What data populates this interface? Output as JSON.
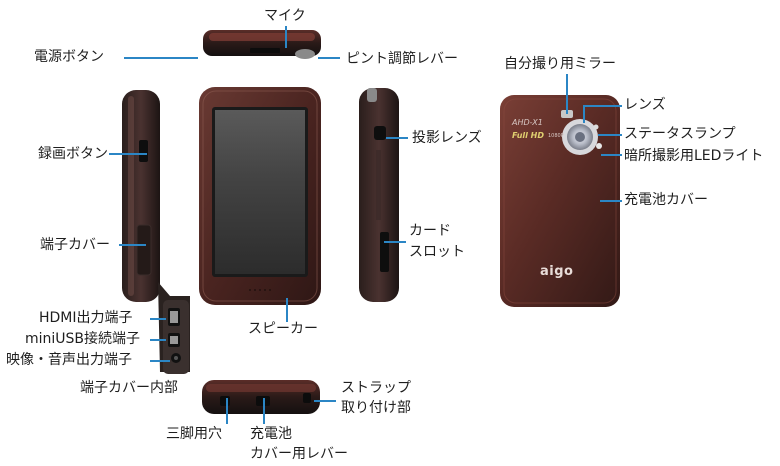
{
  "labels": {
    "mic": "マイク",
    "power_button": "電源ボタン",
    "focus_lever": "ピント調節レバー",
    "selfie_mirror": "自分撮り用ミラー",
    "lens": "レンズ",
    "status_lamp": "ステータスランプ",
    "led_light": "暗所撮影用LEDライト",
    "battery_cover": "充電池カバー",
    "record_button": "録画ボタン",
    "projection_lens": "投影レンズ",
    "terminal_cover": "端子カバー",
    "card_slot_l1": "カード",
    "card_slot_l2": "スロット",
    "hdmi": "HDMI出力端子",
    "miniusb": "miniUSB接続端子",
    "av_out": "映像・音声出力端子",
    "speaker": "スピーカー",
    "terminal_inside": "端子カバー内部",
    "strap_l1": "ストラップ",
    "strap_l2": "取り付け部",
    "tripod": "三脚用穴",
    "battery_lever_l1": "充電池",
    "battery_lever_l2": "カバー用レバー"
  },
  "device_print": {
    "model": "AHD-X1",
    "fullhd": "Full HD",
    "res": "1080P",
    "brand": "aigo"
  },
  "colors": {
    "leader_line": "#2b86c5",
    "body_brown": "#4a2420",
    "body_dark": "#1a1514",
    "screen": "#3a3a3a"
  }
}
